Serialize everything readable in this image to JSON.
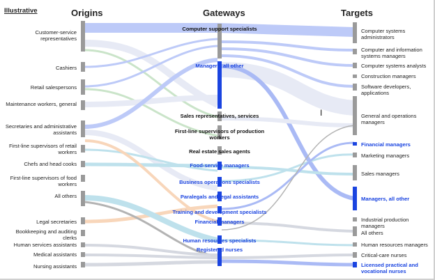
{
  "header": {
    "tag": "Illustrative",
    "origins": "Origins",
    "gateways": "Gateways",
    "targets": "Targets"
  },
  "origins": [
    "Customer-service representatives",
    "Cashiers",
    "Retail salespersons",
    "Maintenance workers, general",
    "Secretaries and administrative assistants",
    "First-line supervisors of retail workers",
    "Chefs and head cooks",
    "First-line supervisors of food workers",
    "All others",
    "Legal secretaries",
    "Bookkeeping and auditing clerks",
    "Human services assistants",
    "Medical assistants",
    "Nursing assistants"
  ],
  "gateways": [
    "Computer support specialists",
    "Managers, all other",
    "Sales representatives, services",
    "First-line supervisors of production workers",
    "Real estate sales agents",
    "Food-service managers",
    "Business operations specialists",
    "Paralegals and legal assistants",
    "Training and development specialists",
    "Financial managers",
    "Human resources specialists",
    "Registered nurses"
  ],
  "targets": [
    "Computer systems administrators",
    "Computer and information systems managers",
    "Computer systems analysts",
    "Construction managers",
    "Software developers, applications",
    "General and operations managers",
    "Financial managers",
    "Marketing managers",
    "Sales managers",
    "Managers, all other",
    "Industrial production managers",
    "All others",
    "Human resources managers",
    "Critical-care nurses",
    "Licensed practical and vocational nurses"
  ],
  "colors": {
    "highlight": "#1a44e0",
    "node": "#9a9a9a",
    "flow_blue": "#9db0f5",
    "flow_green": "#b9dcb8",
    "flow_orange": "#f6c9a3",
    "flow_teal": "#a9d8e6"
  },
  "cursor_icon": "text-cursor-icon"
}
